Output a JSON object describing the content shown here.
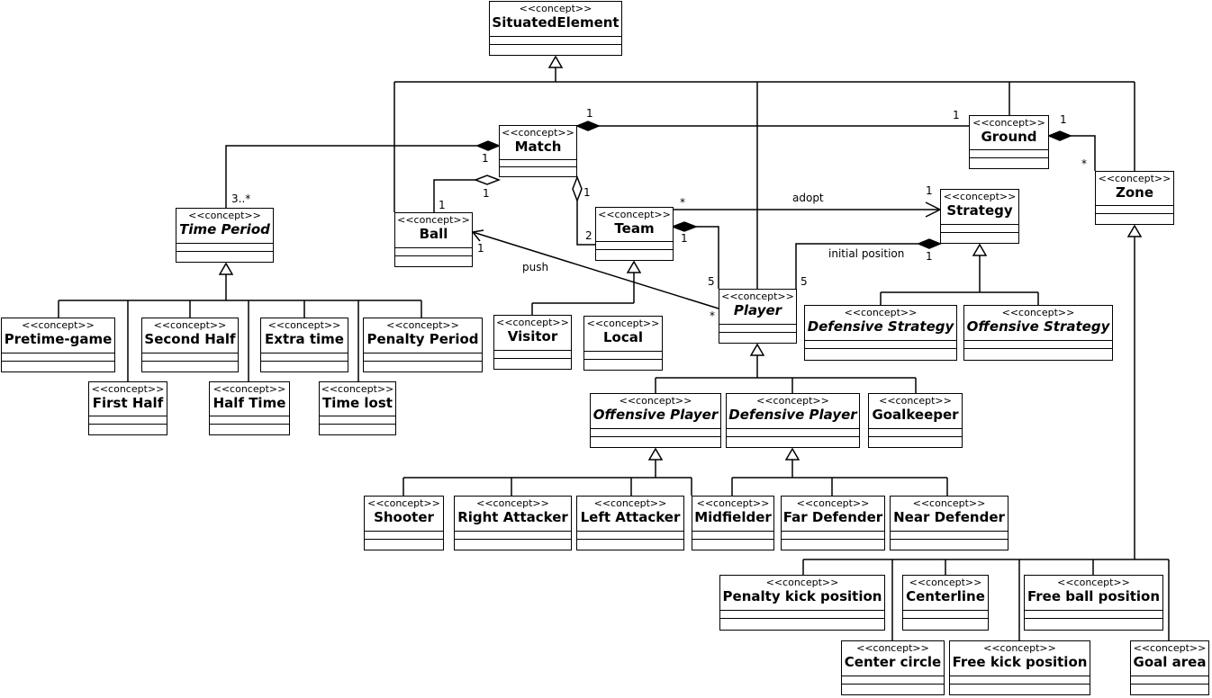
{
  "stereotype": "<<concept>>",
  "classes": {
    "situated_element": {
      "name": "SituatedElement",
      "abstract": false
    },
    "match": {
      "name": "Match",
      "abstract": false
    },
    "ground": {
      "name": "Ground",
      "abstract": false
    },
    "zone": {
      "name": "Zone",
      "abstract": false
    },
    "strategy": {
      "name": "Strategy",
      "abstract": false
    },
    "time_period": {
      "name": "Time Period",
      "abstract": true
    },
    "ball": {
      "name": "Ball",
      "abstract": false
    },
    "team": {
      "name": "Team",
      "abstract": false
    },
    "player": {
      "name": "Player",
      "abstract": true
    },
    "pretime_game": {
      "name": "Pretime-game",
      "abstract": false
    },
    "second_half": {
      "name": "Second Half",
      "abstract": false
    },
    "extra_time": {
      "name": "Extra time",
      "abstract": false
    },
    "penalty_period": {
      "name": "Penalty Period",
      "abstract": false
    },
    "first_half": {
      "name": "First Half",
      "abstract": false
    },
    "half_time": {
      "name": "Half Time",
      "abstract": false
    },
    "time_lost": {
      "name": "Time lost",
      "abstract": false
    },
    "visitor": {
      "name": "Visitor",
      "abstract": false
    },
    "local": {
      "name": "Local",
      "abstract": false
    },
    "defensive_strategy": {
      "name": "Defensive Strategy",
      "abstract": true
    },
    "offensive_strategy": {
      "name": "Offensive Strategy",
      "abstract": true
    },
    "offensive_player": {
      "name": "Offensive Player",
      "abstract": true
    },
    "defensive_player": {
      "name": "Defensive Player",
      "abstract": true
    },
    "goalkeeper": {
      "name": "Goalkeeper",
      "abstract": false
    },
    "shooter": {
      "name": "Shooter",
      "abstract": false
    },
    "right_attacker": {
      "name": "Right Attacker",
      "abstract": false
    },
    "left_attacker": {
      "name": "Left Attacker",
      "abstract": false
    },
    "midfielder": {
      "name": "Midfielder",
      "abstract": false
    },
    "far_defender": {
      "name": "Far Defender",
      "abstract": false
    },
    "near_defender": {
      "name": "Near Defender",
      "abstract": false
    },
    "penalty_kick_position": {
      "name": "Penalty kick position",
      "abstract": false
    },
    "centerline": {
      "name": "Centerline",
      "abstract": false
    },
    "free_ball_position": {
      "name": "Free ball position",
      "abstract": false
    },
    "center_circle": {
      "name": "Center circle",
      "abstract": false
    },
    "free_kick_position": {
      "name": "Free kick position",
      "abstract": false
    },
    "goal_area": {
      "name": "Goal area",
      "abstract": false
    }
  },
  "labels": {
    "adopt": "adopt",
    "push": "push",
    "initial_position": "initial position"
  },
  "multiplicities": {
    "match_ground_match_end": "1",
    "match_ground_ground_end": "1",
    "ground_zone_ground_end": "1",
    "ground_zone_zone_end": "*",
    "match_timeperiod_match_end": "1",
    "match_timeperiod_period_end": "3..*",
    "match_ball_match_end": "1",
    "match_ball_ball_end": "1",
    "match_team_match_end": "1",
    "match_team_team_end": "2",
    "team_strategy_team_end": "*",
    "team_strategy_strategy_end": "1",
    "team_player_team_end": "1",
    "team_player_player_end": "5",
    "ball_player_ball_end": "1",
    "ball_player_player_end": "*",
    "strategy_player_strategy_end": "1",
    "strategy_player_player_end": "5"
  }
}
